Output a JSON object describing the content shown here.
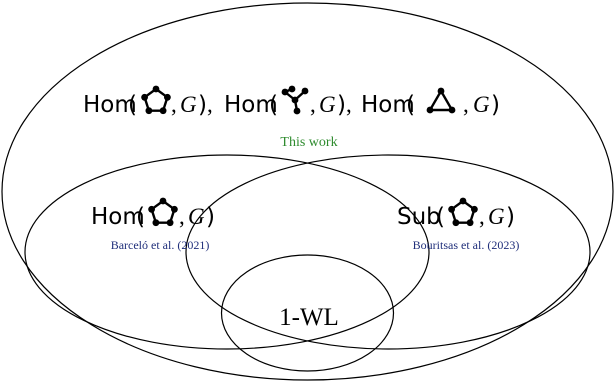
{
  "colors": {
    "line": "#000000",
    "this_work": "#2e8b2e",
    "citation": "#1f2e7a"
  },
  "outer": {
    "expr_1_func": "Hom",
    "expr_1_icon": "pentagon-with-dots-icon",
    "expr_2_func": "Hom",
    "expr_2_icon": "branching-graph-icon",
    "expr_3_func": "Hom",
    "expr_3_icon": "triangle-with-dots-icon",
    "graph_var": "G",
    "open_paren": "(",
    "close_paren": ")",
    "separator": ",",
    "note": "This work"
  },
  "left": {
    "func": "Hom",
    "icon": "pentagon-with-dots-icon",
    "graph_var": "G",
    "open_paren": "(",
    "close_paren": ")",
    "separator": ",",
    "citation": "Barceló et al. (2021)"
  },
  "right": {
    "func": "Sub",
    "icon": "pentagon-with-dots-icon",
    "graph_var": "G",
    "open_paren": "(",
    "close_paren": ")",
    "separator": ",",
    "citation": "Bouritsas et al. (2023)"
  },
  "inner": {
    "label": "1-WL"
  }
}
